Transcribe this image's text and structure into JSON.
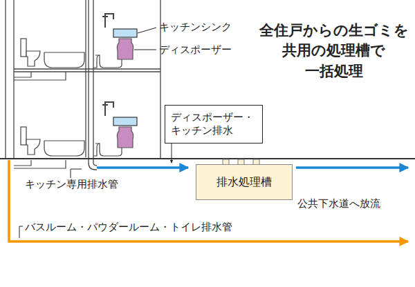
{
  "diagram": {
    "title": "全住戸からの生ゴミを 共用の処理槽で 一括処理",
    "nodes": [
      {
        "text": [
          "ディスポーザー・ キッチン排水"
        ]
      },
      {
        "text": [
          "排水処理槽"
        ]
      }
    ],
    "labels": [
      "キッチンシンク",
      "ディスポーザー",
      "キッチン専用排水管",
      "公共下水道へ放流",
      "バスルーム・パウダールーム・トイレ排水管"
    ]
  }
}
